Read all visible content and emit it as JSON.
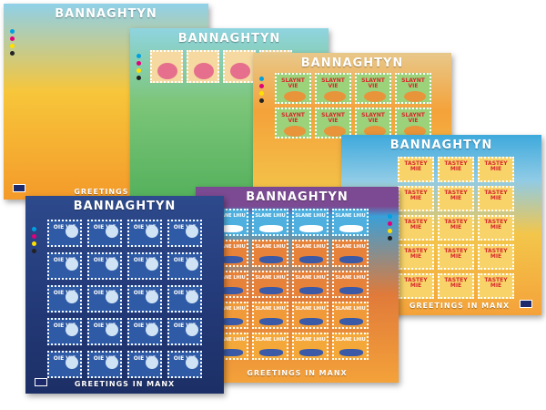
{
  "sheets": {
    "yellow": {
      "title": "BANNAGHTYN",
      "footer": "GREETINGS IN MANX"
    },
    "green": {
      "title": "BANNAGHTYN"
    },
    "orange": {
      "title": "BANNAGHTYN"
    },
    "blue": {
      "title": "BANNAGHTYN",
      "footer": "GREETINGS IN MANX",
      "stamp_text": "TASTEY MIE"
    },
    "navy": {
      "title": "BANNAGHTYN",
      "footer": "GREETINGS IN MANX",
      "stamp_text": "OIE VIE"
    },
    "purple": {
      "title": "BANNAGHTYN",
      "footer": "GREETINGS IN MANX",
      "stamp_text": "SLANE LHIU"
    }
  },
  "orange_stamp_text": "SLAYNT VIE",
  "colors": {
    "yellow_bg": "#f7c63a",
    "yellow_top": "#8fd0e8",
    "green_bg": "#7dc67a",
    "green_top": "#8fd4e0",
    "orange_bg": "#f4a23a",
    "orange_top": "#e8c88a",
    "blue_bg": "#f3c64a",
    "blue_top": "#3ea9dc",
    "navy_bg": "#243b7a",
    "purple_bg": "#e07a3a",
    "purple_top": "#7b4a92"
  },
  "icons": [
    "registration-dots",
    "isle-of-man-post-logo"
  ]
}
